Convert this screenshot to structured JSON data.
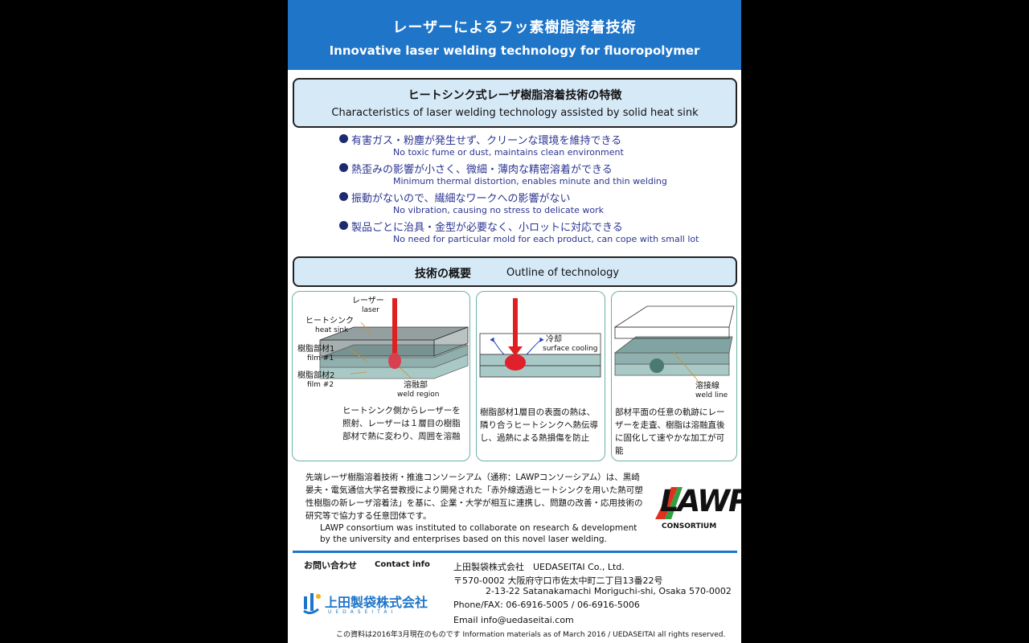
{
  "header": {
    "title_jp": "レーザーによるフッ素樹脂溶着技術",
    "title_en": "Innovative laser welding technology for fluoropolymer"
  },
  "section1": {
    "title_jp": "ヒートシンク式レーザ樹脂溶着技術の特徴",
    "title_en": "Characteristics of laser welding technology assisted by solid heat sink"
  },
  "features": [
    {
      "jp": "有害ガス・粉塵が発生せず、クリーンな環境を維持できる",
      "en": "No toxic fume or dust, maintains clean environment"
    },
    {
      "jp": "熱歪みの影響が小さく、微細・薄肉な精密溶着ができる",
      "en": "Minimum thermal distortion, enables minute and thin welding"
    },
    {
      "jp": "振動がないので、繊細なワークへの影響がない",
      "en": "No vibration, causing no stress to delicate work"
    },
    {
      "jp": "製品ごとに治具・金型が必要なく、小ロットに対応できる",
      "en": "No need for particular mold for each product, can cope with small lot"
    }
  ],
  "section2": {
    "title_jp": "技術の概要",
    "title_en": "Outline of technology"
  },
  "panel1": {
    "laser_jp": "レーザー",
    "laser_en": "laser",
    "heatsink_jp": "ヒートシンク",
    "heatsink_en": "heat sink",
    "film1_jp": "樹脂部材1",
    "film1_en": "film #1",
    "film2_jp": "樹脂部材2",
    "film2_en": "film #2",
    "weld_jp": "溶融部",
    "weld_en": "weld region",
    "desc": "ヒートシンク側からレーザーを照射、レーザーは１層目の樹脂部材で熱に変わり、周囲を溶融"
  },
  "panel2": {
    "cooling_jp": "冷却",
    "cooling_en": "surface cooling",
    "desc": "樹脂部材1層目の表面の熱は、隣り合うヒートシンクへ熱伝導し、過熱による熱損傷を防止"
  },
  "panel3": {
    "line_jp": "溶接線",
    "line_en": "weld line",
    "desc": "部材平面の任意の軌跡にレーザーを走査、樹脂は溶融直後に固化して速やかな加工が可能"
  },
  "consortium": {
    "jp": "先端レーザ樹脂溶着技術・推進コンソーシアム（通称：LAWPコンソーシアム）は、黒崎晏夫・電気通信大学名誉教授により開発された「赤外線透過ヒートシンクを用いた熱可塑性樹脂の新レーザ溶着法」を基に、企業・大学が相互に連携し、問題の改善・応用技術の研究等で協力する任意団体です。",
    "en": "LAWP consortium was instituted to collaborate on research & development by the university and enterprises based on this novel laser welding.",
    "logo_main": "LAWP",
    "logo_sub": "CONSORTIUM"
  },
  "contact": {
    "label_jp": "お問い合わせ",
    "label_en": "Contact info",
    "company": "上田製袋株式会社　UEDASEITAI Co., Ltd.",
    "address_jp": "〒570-0002 大阪府守口市佐太中町二丁目13番22号",
    "address_en": "2-13-22 Satanakamachi Moriguchi-shi, Osaka 570-0002",
    "phone": "Phone/FAX: 06-6916-5005 / 06-6916-5006",
    "email": "Email  info@uedaseitai.com",
    "logo_name": "上田製袋株式会社",
    "logo_roman": "UEDASEITAI"
  },
  "footer": "この資料は2016年3月現在のものです  Information materials as of March 2016 / UEDASEITAI  all rights reserved.",
  "colors": {
    "banner": "#1f75c8",
    "section_bg": "#d6e9f7",
    "laser": "#e02020",
    "resin": "#a9c9c7",
    "text_blue": "#2b3590"
  }
}
